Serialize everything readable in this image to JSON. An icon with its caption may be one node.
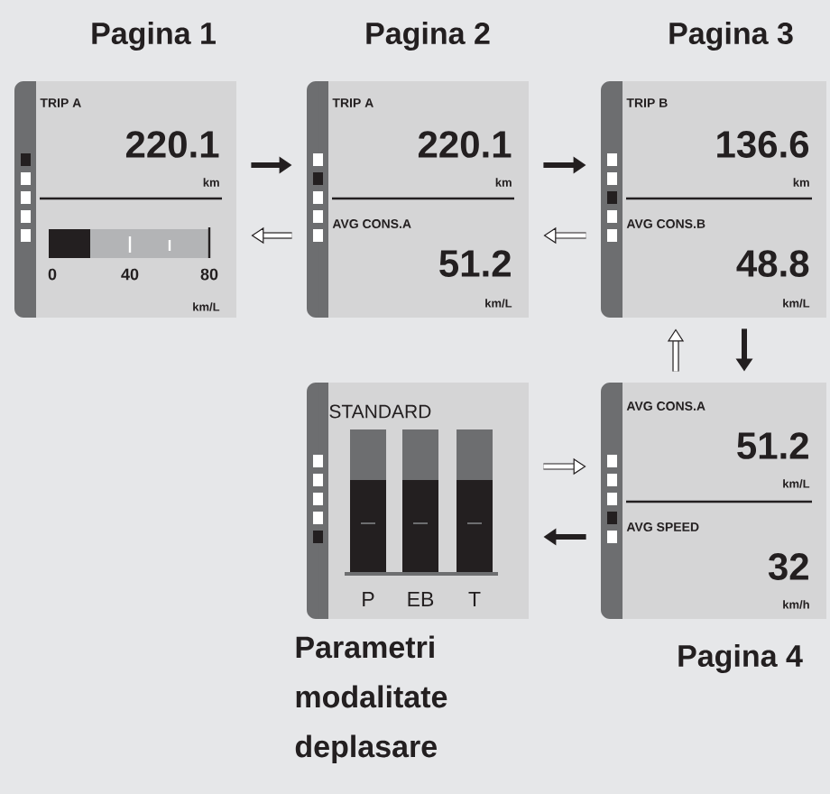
{
  "diagram": {
    "nodes": [
      {
        "text": [
          "Pagina 1",
          "TRIP A",
          "220.1",
          "km",
          "0",
          "40",
          "80",
          "km/L"
        ]
      },
      {
        "text": [
          "Pagina 2",
          "TRIP A",
          "220.1",
          "km",
          "AVG CONS.A",
          "51.2",
          "km/L"
        ]
      },
      {
        "text": [
          "Pagina 3",
          "TRIP B",
          "136.6",
          "km",
          "AVG CONS.B",
          "48.8",
          "km/L"
        ]
      },
      {
        "text": [
          "STANDARD",
          "P",
          "EB",
          "T",
          "Parametri modalitate deplasare"
        ]
      },
      {
        "text": [
          "AVG CONS.A",
          "51.2",
          "km/L",
          "AVG SPEED",
          "32",
          "km/h",
          "Pagina 4"
        ]
      }
    ],
    "edges": [
      {
        "from": 0,
        "to": 1,
        "arrow": "to"
      },
      {
        "from": 1,
        "to": 0,
        "arrow": "to"
      },
      {
        "from": 1,
        "to": 2,
        "arrow": "to"
      },
      {
        "from": 2,
        "to": 1,
        "arrow": "to"
      },
      {
        "from": 4,
        "to": 2,
        "arrow": "to"
      },
      {
        "from": 2,
        "to": 4,
        "arrow": "to"
      },
      {
        "from": 3,
        "to": 4,
        "arrow": "to"
      },
      {
        "from": 4,
        "to": 3,
        "arrow": "to"
      }
    ]
  }
}
